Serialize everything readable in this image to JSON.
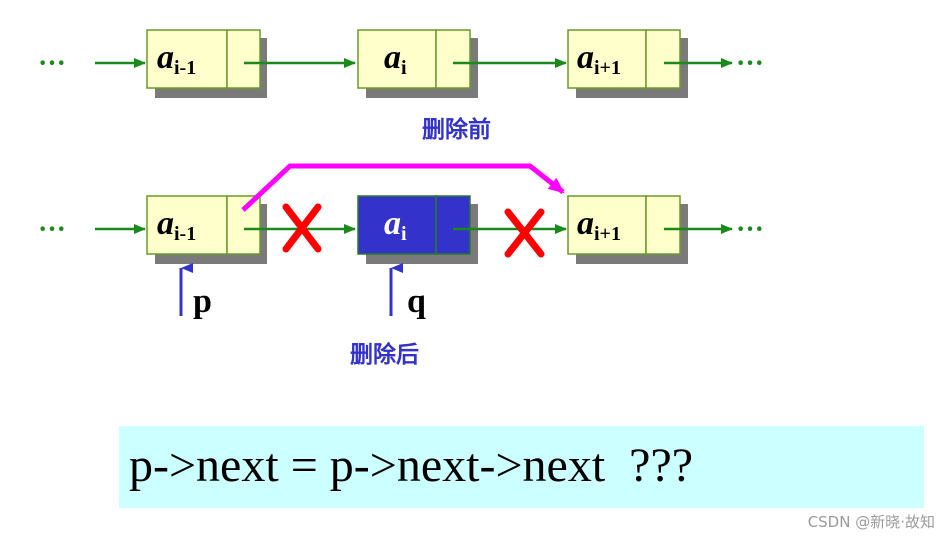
{
  "nodes": {
    "prev": {
      "base": "a",
      "sub": "i-1"
    },
    "cur": {
      "base": "a",
      "sub": "i"
    },
    "next": {
      "base": "a",
      "sub": "i+1"
    }
  },
  "ellipsis": "···",
  "captions": {
    "before": "删除前",
    "after": "删除后"
  },
  "pointers": {
    "p": "p",
    "q": "q"
  },
  "formula": "p->next = p->next->next  ???",
  "watermark": "CSDN @新晓·故知",
  "colors": {
    "arrow": "#1a8a1a",
    "bypass": "#ff00ff",
    "cross": "#ff0000",
    "pointer": "#3333cc",
    "deleted_node": "#3333cc",
    "node_fill": "#ffffcc",
    "formula_bg": "#ccffff"
  }
}
